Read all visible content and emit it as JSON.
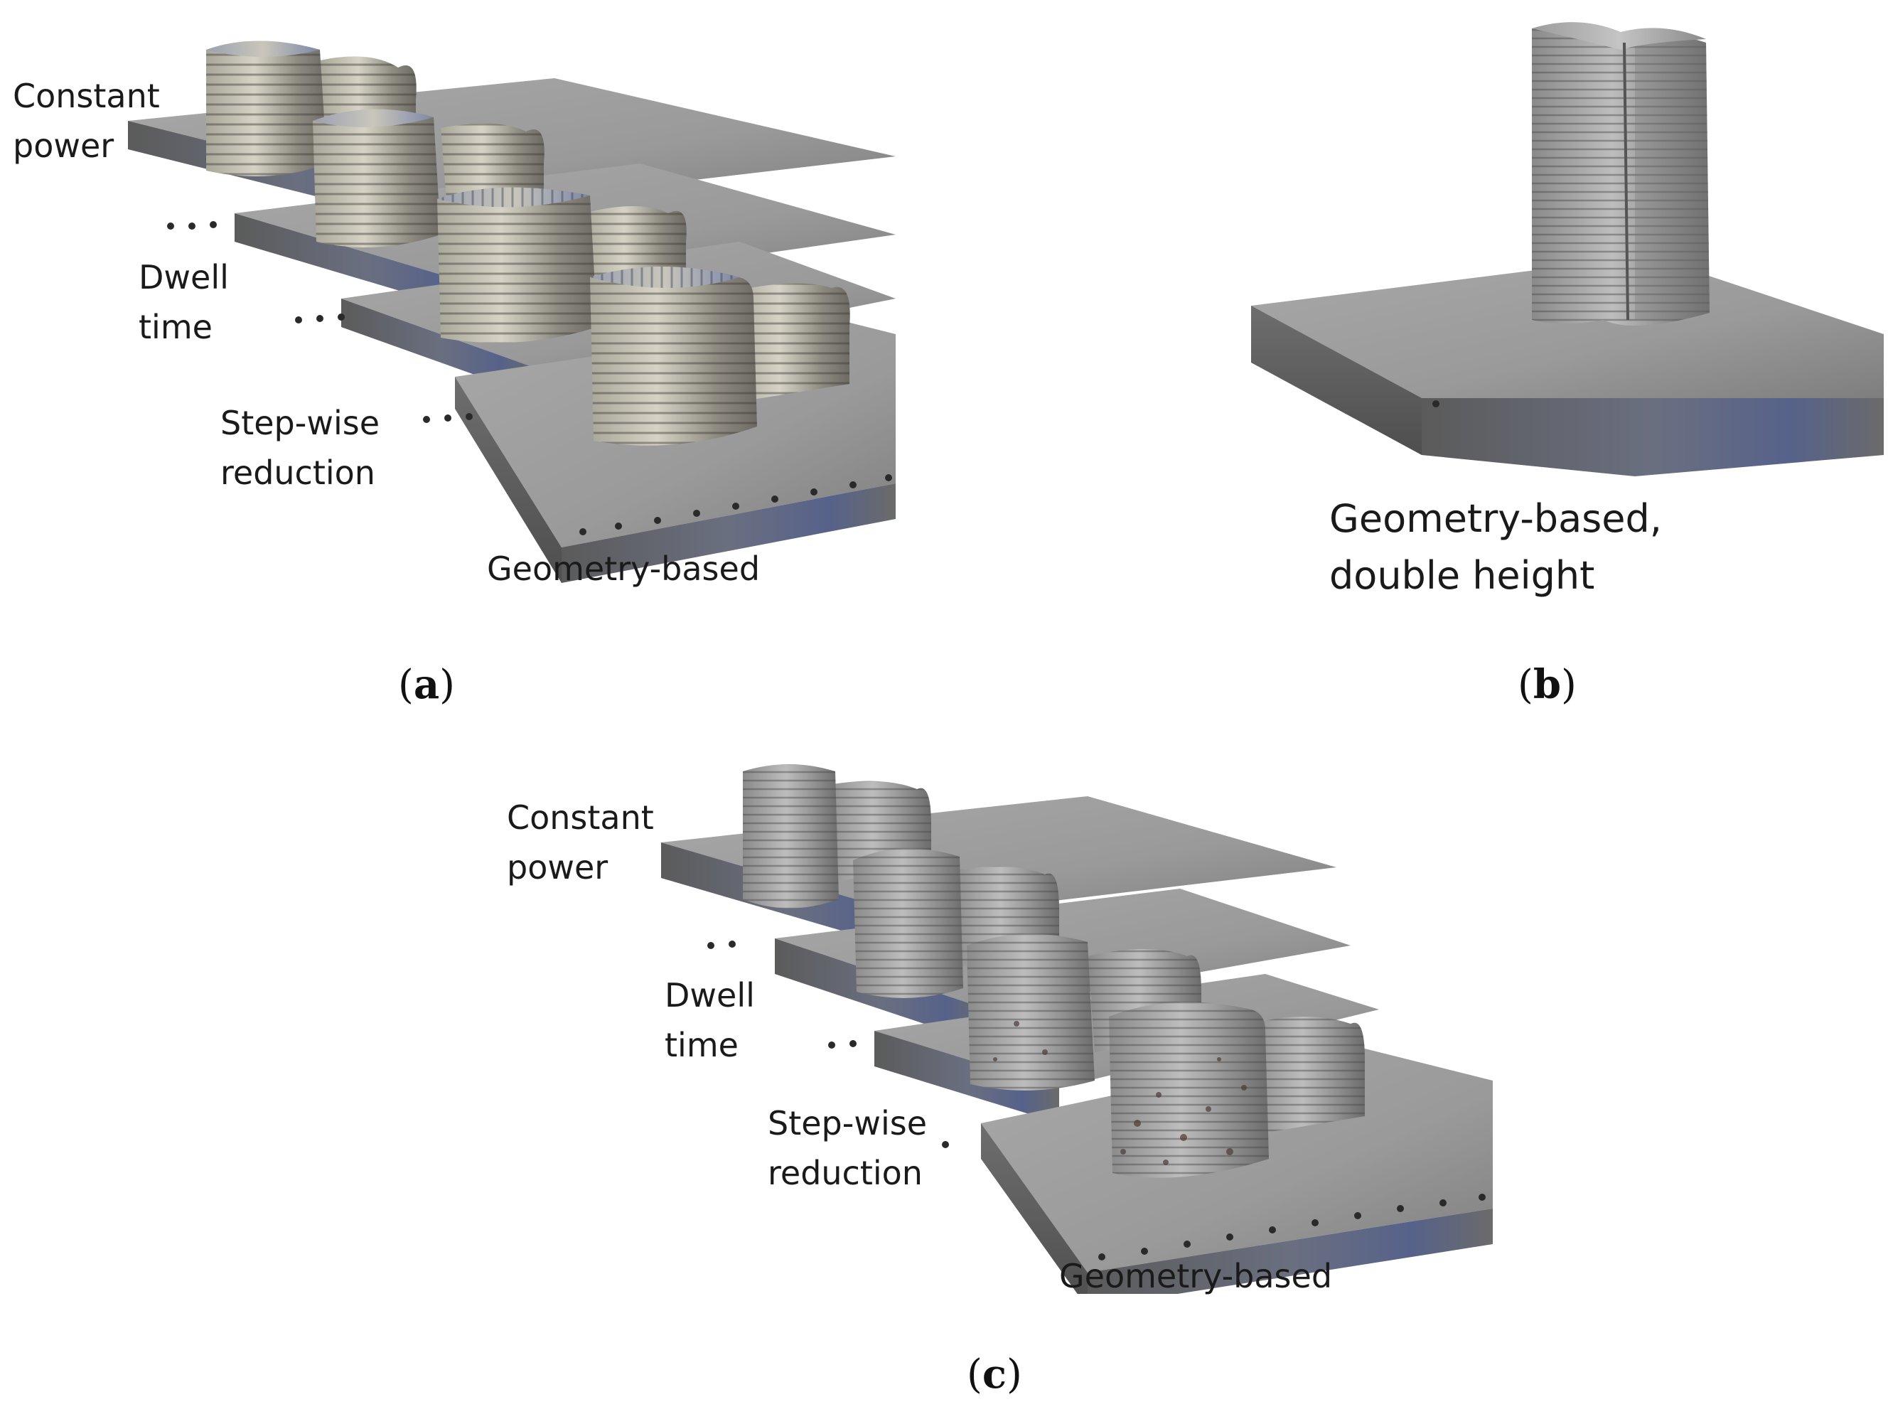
{
  "panel_a": {
    "caption_letter": "a",
    "labels": [
      {
        "line1": "Constant",
        "line2": "power"
      },
      {
        "line1": "Dwell",
        "line2": "time"
      },
      {
        "line1": "Step-wise",
        "line2": "reduction"
      },
      {
        "line1": "Geometry-based",
        "line2": ""
      }
    ]
  },
  "panel_b": {
    "caption_letter": "b",
    "label_line1": "Geometry-based,",
    "label_line2": "double height"
  },
  "panel_c": {
    "caption_letter": "c",
    "labels": [
      {
        "line1": "Constant",
        "line2": "power"
      },
      {
        "line1": "Dwell",
        "line2": "time"
      },
      {
        "line1": "Step-wise",
        "line2": "reduction"
      },
      {
        "line1": "Geometry-based",
        "line2": ""
      }
    ]
  },
  "colors": {
    "steel_light": "#b9b9b9",
    "steel_mid": "#8e8e8e",
    "steel_dark": "#5e5e5e",
    "heat_tint": "#5a6e9a"
  }
}
